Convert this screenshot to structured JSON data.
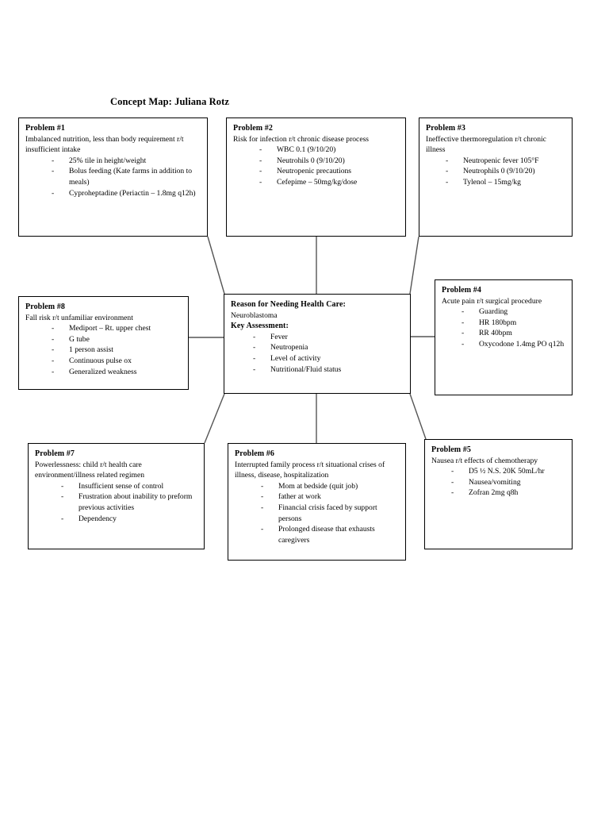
{
  "title": "Concept Map: Juliana Rotz",
  "center": {
    "heading": "Reason for Needing Health Care:",
    "diagnosis": "Neuroblastoma",
    "assessment_heading": "Key Assessment:",
    "items": [
      "Fever",
      "Neutropenia",
      "Level of activity",
      "Nutritional/Fluid status"
    ]
  },
  "problems": [
    {
      "id": "p1",
      "title": "Problem #1",
      "description": "Imbalanced nutrition, less than body requirement r/t insufficient intake",
      "items": [
        "25% tile in height/weight",
        "Bolus feeding (Kate farms in addition to meals)",
        "Cyproheptadine (Periactin – 1.8mg q12h)"
      ]
    },
    {
      "id": "p2",
      "title": "Problem #2",
      "description": "Risk for infection r/t chronic disease process",
      "items": [
        "WBC 0.1 (9/10/20)",
        "Neutrohils 0 (9/10/20)",
        "Neutropenic precautions",
        "Cefepime – 50mg/kg/dose"
      ]
    },
    {
      "id": "p3",
      "title": "Problem #3",
      "description": "Ineffective thermoregulation r/t chronic illness",
      "items": [
        "Neutropenic fever 105°F",
        "Neutrophils 0 (9/10/20)",
        "Tylenol – 15mg/kg"
      ]
    },
    {
      "id": "p4",
      "title": "Problem #4",
      "description": "Acute pain r/t surgical procedure",
      "items": [
        "Guarding",
        "HR 180bpm",
        "RR 40bpm",
        "Oxycodone 1.4mg PO q12h"
      ]
    },
    {
      "id": "p5",
      "title": "Problem #5",
      "description": "Nausea r/t effects of chemotherapy",
      "items": [
        "D5 ½ N.S. 20K 50mL/hr",
        "Nausea/vomiting",
        "Zofran 2mg q8h"
      ]
    },
    {
      "id": "p6",
      "title": "Problem #6",
      "description": "Interrupted family process r/t situational crises of illness, disease, hospitalization",
      "items": [
        "Mom at bedside (quit job)",
        "father at work",
        "Financial crisis faced by support persons",
        "Prolonged disease that exhausts caregivers"
      ]
    },
    {
      "id": "p7",
      "title": "Problem #7",
      "description": "Powerlessness: child r/t health care environment/illness related regimen",
      "items": [
        "Insufficient sense of control",
        "Frustration about inability to preform previous activities",
        "Dependency"
      ]
    },
    {
      "id": "p8",
      "title": "Problem #8",
      "description": "Fall risk r/t unfamiliar environment",
      "items": [
        "Mediport – Rt. upper chest",
        "G tube",
        "1 person assist",
        "Continuous pulse ox",
        "Generalized weakness"
      ]
    }
  ],
  "colors": {
    "border": "#000000",
    "connector": "#555555",
    "text": "#000000",
    "background": "#ffffff"
  }
}
